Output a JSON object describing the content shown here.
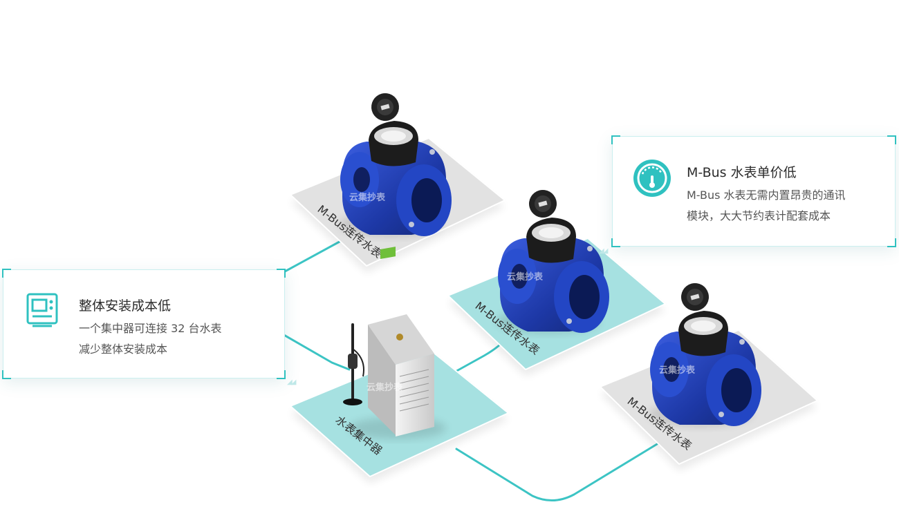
{
  "devices": {
    "meter_1_label": "M-Bus连传水表",
    "meter_2_label": "M-Bus连传水表",
    "meter_3_label": "M-Bus连传水表",
    "concentrator_label": "水表集中器"
  },
  "watermark": "云集抄表",
  "card_cost": {
    "title": "整体安装成本低",
    "line1": "一个集中器可连接 32 台水表",
    "line2": "减少整体安装成本",
    "icon": "concentrator-panel-icon"
  },
  "card_price": {
    "title": "M-Bus 水表单价低",
    "line1": "M-Bus 水表无需内置昂贵的通讯",
    "line2": "模块，大大节约表计配套成本",
    "icon": "gauge-icon"
  },
  "colors": {
    "accent": "#2fc1c0",
    "line": "#3cc4c4",
    "meter_blue": "#1f3fb0",
    "tile_grey": "#e2e2e2",
    "tile_teal": "#a6e1e1"
  }
}
